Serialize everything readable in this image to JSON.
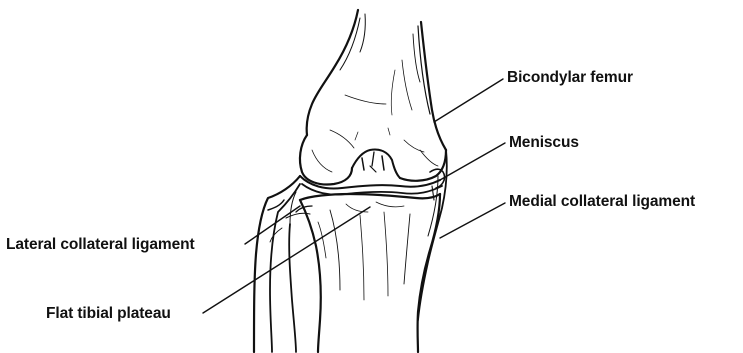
{
  "labels": {
    "femur": "Bicondylar femur",
    "meniscus": "Meniscus",
    "medial_collateral": "Medial collateral ligament",
    "lateral_collateral": "Lateral collateral ligament",
    "tibial_plateau": "Flat tibial plateau"
  },
  "colors": {
    "ink": "#111111",
    "background": "#ffffff"
  }
}
